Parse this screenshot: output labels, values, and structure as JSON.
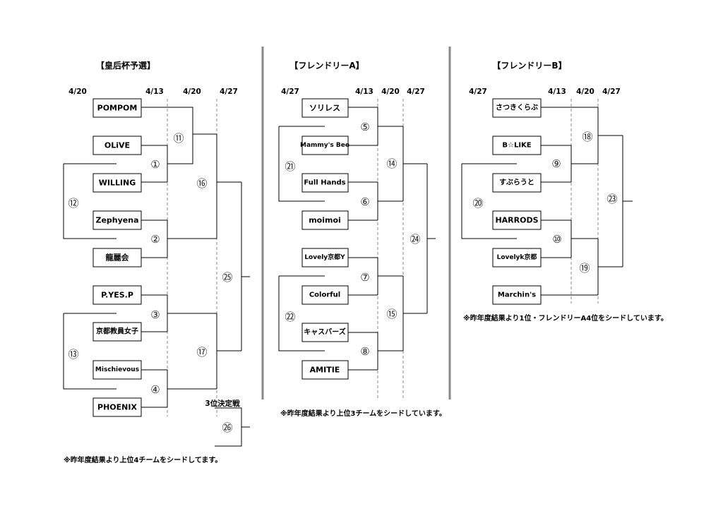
{
  "brackets": {
    "koukou": {
      "title": "【皇后杯予選】",
      "dates": [
        "4/20",
        "4/13",
        "4/20",
        "4/27"
      ],
      "teams": [
        "POMPOM",
        "OLiVE",
        "WILLING",
        "Zephyena",
        "龍麗会",
        "P.YES.P",
        "京都教員女子",
        "Mischievous",
        "PHOENIX"
      ],
      "matches": [
        "⑪",
        "①",
        "⑯",
        "⑫",
        "②",
        "㉕",
        "③",
        "⑬",
        "⑰",
        "④",
        "㉖"
      ],
      "third_place_label": "3位決定戦",
      "note": "※昨年度結果より上位4チームをシードしてます。"
    },
    "friendly_a": {
      "title": "【フレンドリーA】",
      "dates": [
        "4/27",
        "4/13",
        "4/20",
        "4/27"
      ],
      "teams": [
        "ソリレス",
        "Mammy's Bee",
        "Full Hands",
        "moimoi",
        "Lovely京都Y",
        "Colorful",
        "キャスバーズ",
        "AMITIE"
      ],
      "matches": [
        "⑤",
        "㉑",
        "⑭",
        "⑥",
        "㉔",
        "⑦",
        "㉒",
        "⑮",
        "⑧"
      ],
      "note": "※昨年度結果より上位3チームをシードしています。"
    },
    "friendly_b": {
      "title": "【フレンドリーB】",
      "dates": [
        "4/27",
        "4/13",
        "4/20",
        "4/27"
      ],
      "teams": [
        "さつきくらぶ",
        "B☆LIKE",
        "すぶらうと",
        "HARRODS",
        "Lovelyk京都",
        "Marchin's"
      ],
      "matches": [
        "⑱",
        "⑨",
        "⑳",
        "㉓",
        "⑩",
        "⑲"
      ],
      "note": "※昨年度結果より1位・フレンドリーA4位をシードしています。"
    }
  }
}
